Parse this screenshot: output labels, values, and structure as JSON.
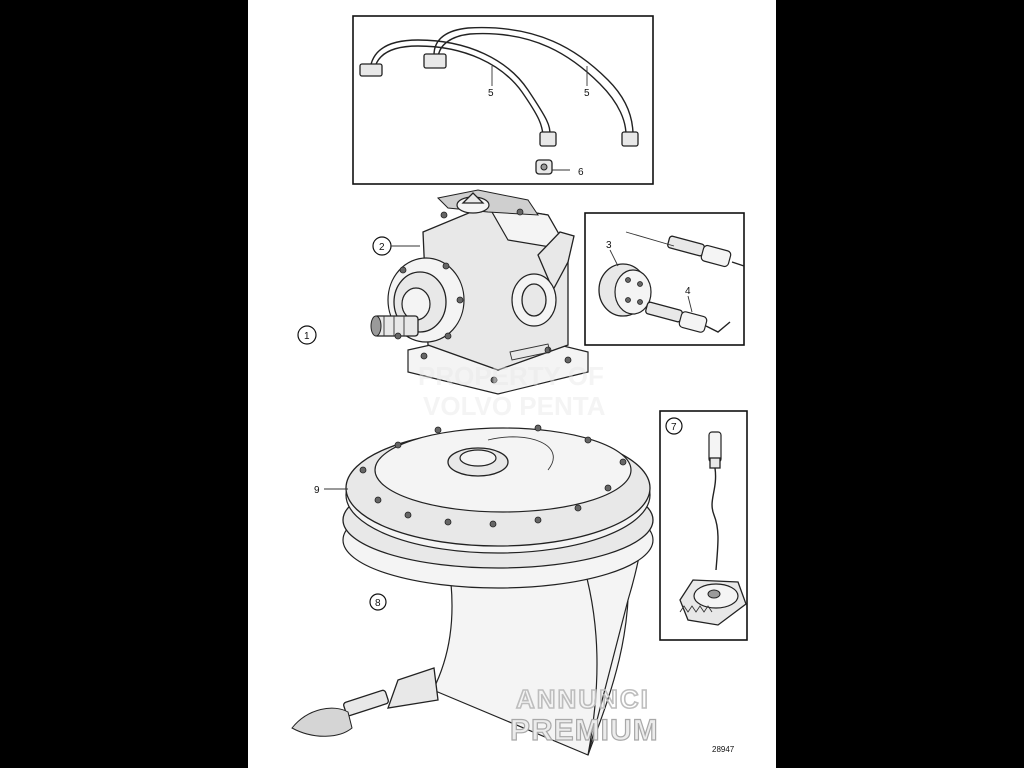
{
  "callouts": {
    "c1": "1",
    "c2": "2",
    "c3": "3",
    "c4": "4",
    "c5a": "5",
    "c5b": "5",
    "c6": "6",
    "c7": "7",
    "c8": "8",
    "c9": "9"
  },
  "watermark": {
    "center_line1": "PROPERTY OF",
    "center_line2": "VOLVO PENTA",
    "corner_line1": "ANNUNCI",
    "corner_line2": "PREMIUM"
  },
  "reference_number": "28947",
  "colors": {
    "background": "#000000",
    "sheet": "#ffffff",
    "ink": "#222222"
  }
}
